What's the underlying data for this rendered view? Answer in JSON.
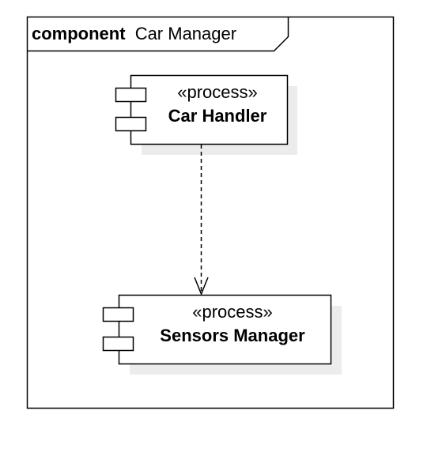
{
  "frame": {
    "keyword": "component",
    "name": "Car Manager"
  },
  "components": [
    {
      "stereotype": "«process»",
      "name": "Car Handler"
    },
    {
      "stereotype": "«process»",
      "name": "Sensors Manager"
    }
  ],
  "dependency": {
    "from": "Car Handler",
    "to": "Sensors Manager",
    "style": "dashed-open-arrow"
  },
  "colors": {
    "stroke": "#000000",
    "shadow": "#ececec",
    "background": "#ffffff"
  }
}
